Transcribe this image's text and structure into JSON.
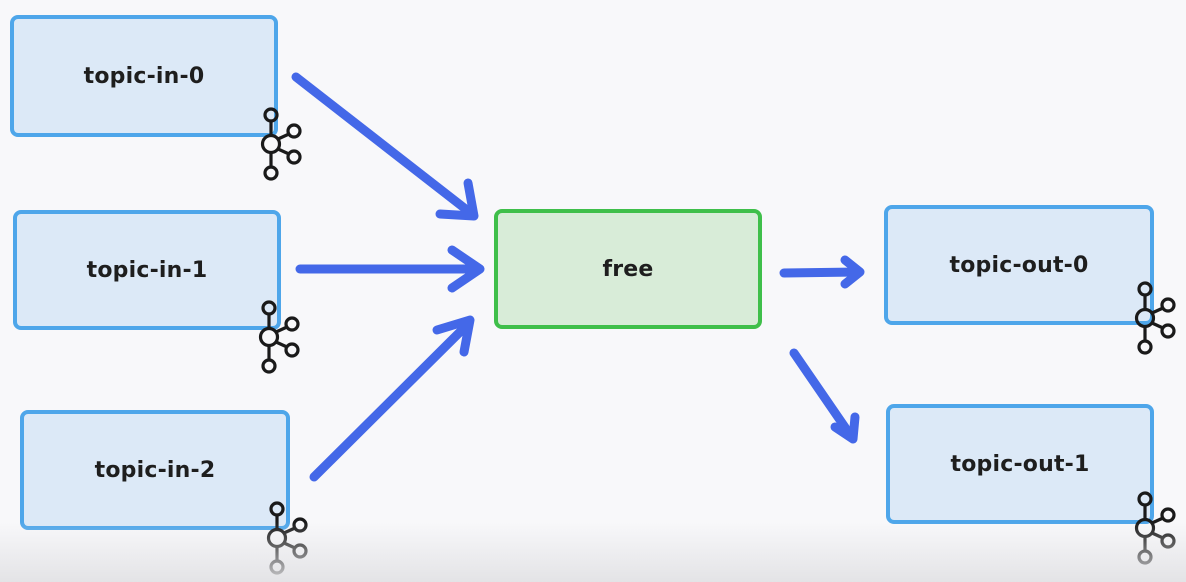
{
  "nodes": {
    "in0": "topic-in-0",
    "in1": "topic-in-1",
    "in2": "topic-in-2",
    "processor": "free",
    "out0": "topic-out-0",
    "out1": "topic-out-1"
  },
  "icons": {
    "topic_icon": "kafka-icon"
  },
  "colors": {
    "topic_fill": "#dce9f7",
    "topic_border": "#4ea6ea",
    "processor_fill": "#d8ecd8",
    "processor_border": "#3fbf4a",
    "arrow": "#4468e8"
  }
}
